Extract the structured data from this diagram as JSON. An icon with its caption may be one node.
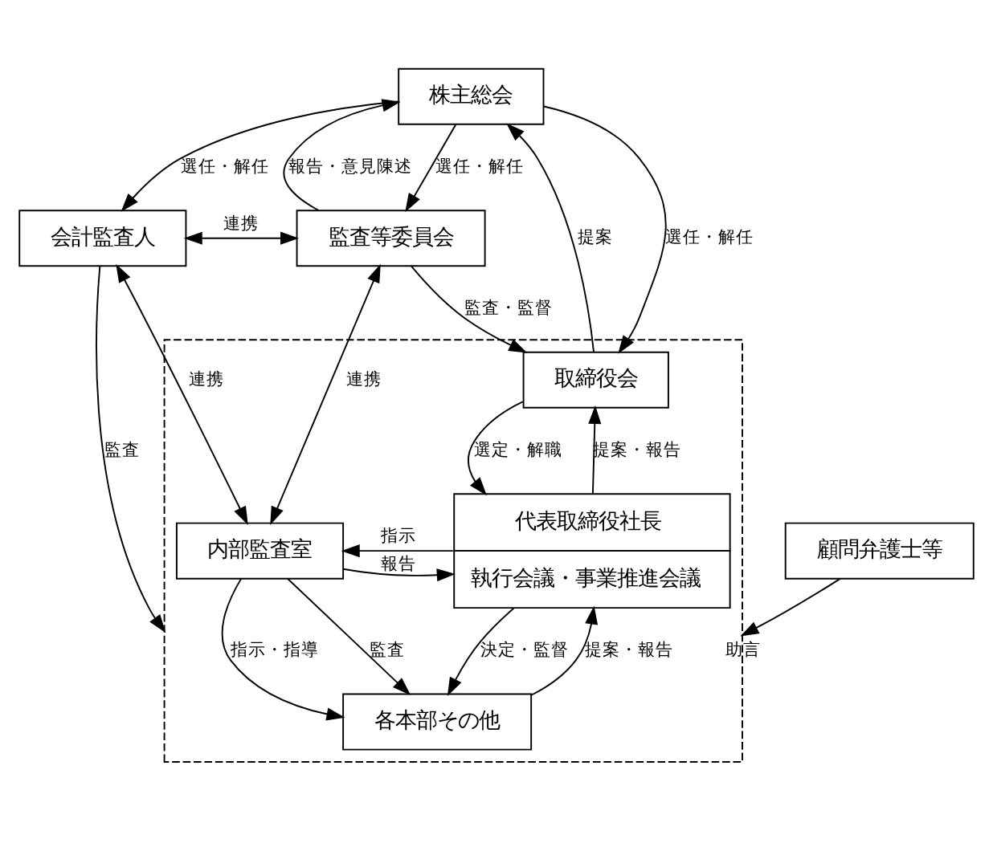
{
  "diagram": {
    "nodes": [
      {
        "text": [
          "株主総会"
        ]
      },
      {
        "text": [
          "会計監査人"
        ]
      },
      {
        "text": [
          "監査等委員会"
        ]
      },
      {
        "text": [],
        "shape": "box"
      },
      {
        "text": [
          "取締役会"
        ],
        "in": 3
      },
      {
        "text": [
          "代表取締役社長",
          "執行会議・事業推進会議"
        ],
        "in": 3
      },
      {
        "text": [
          "内部監査室"
        ],
        "in": 3
      },
      {
        "text": [
          "各本部その他"
        ],
        "in": 3
      },
      {
        "text": [
          "顧問弁護士等"
        ]
      }
    ],
    "edges": [
      {
        "from": 0,
        "to": 1,
        "arrow": "to",
        "label": "選任・解任"
      },
      {
        "from": 0,
        "to": 2,
        "arrow": "to",
        "label": "選任・解任"
      },
      {
        "from": 2,
        "to": 0,
        "arrow": "to",
        "label": "報告・意見陳述"
      },
      {
        "from": 0,
        "to": 4,
        "arrow": "to",
        "label": "選任・解任"
      },
      {
        "from": 4,
        "to": 0,
        "arrow": "to",
        "label": "提案"
      },
      {
        "from": 1,
        "to": 2,
        "arrow": "both",
        "label": "連携"
      },
      {
        "from": 2,
        "to": 4,
        "arrow": "to",
        "label": "監査・監督"
      },
      {
        "from": 2,
        "to": 6,
        "arrow": "both",
        "label": "連携"
      },
      {
        "from": 1,
        "to": 6,
        "arrow": "both",
        "label": "連携"
      },
      {
        "from": 1,
        "to": 3,
        "arrow": "to",
        "label": "監査"
      },
      {
        "from": 4,
        "to": 5,
        "arrow": "to",
        "label": "選定・解職"
      },
      {
        "from": 5,
        "to": 4,
        "arrow": "to",
        "label": "提案・報告"
      },
      {
        "from": 5,
        "to": 6,
        "arrow": "to",
        "label": "指示"
      },
      {
        "from": 6,
        "to": 5,
        "arrow": "to",
        "label": "報告"
      },
      {
        "from": 5,
        "to": 7,
        "arrow": "to",
        "label": "決定・監督"
      },
      {
        "from": 7,
        "to": 5,
        "arrow": "to",
        "label": "提案・報告"
      },
      {
        "from": 6,
        "to": 7,
        "arrow": "to",
        "label": "指示・指導"
      },
      {
        "from": 6,
        "to": 7,
        "arrow": "to",
        "label": "監査"
      },
      {
        "from": 8,
        "to": 3,
        "arrow": "to",
        "label": "助言"
      }
    ]
  }
}
